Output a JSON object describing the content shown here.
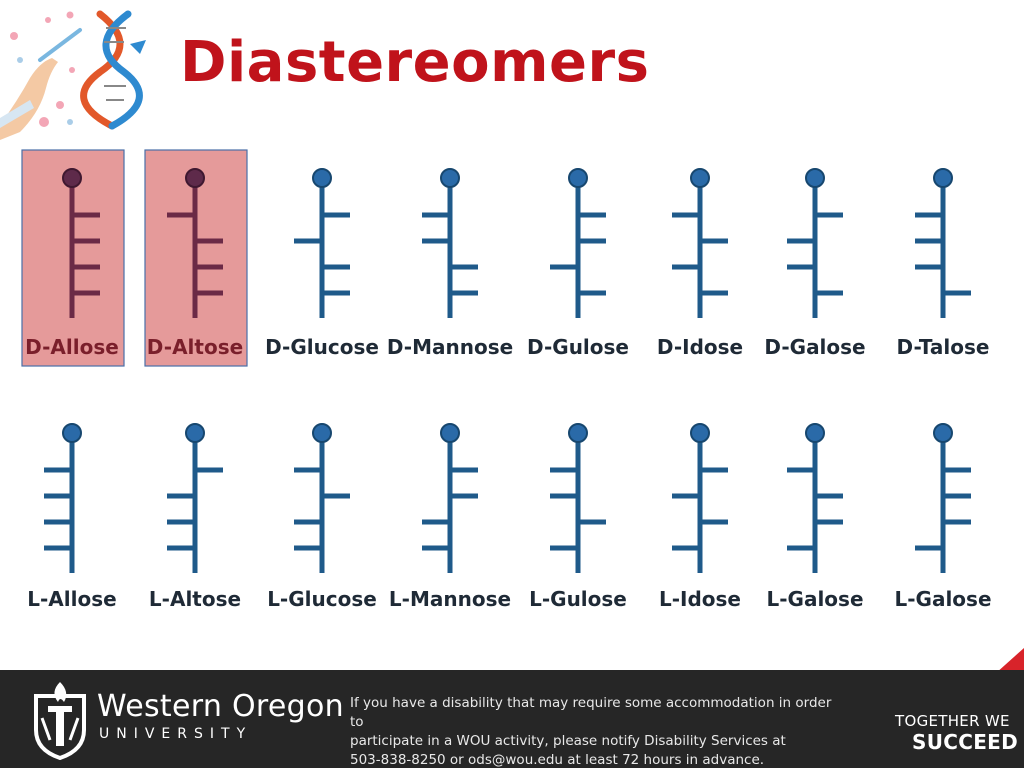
{
  "title": "Diastereomers",
  "colors": {
    "title": "#c0131b",
    "stem": "#1f5a8a",
    "stem_highlight": "#6b2a46",
    "highlight_fill": "#e59a9a",
    "footer_bg": "#262626",
    "accent_red": "#d8232a"
  },
  "icons": {
    "header": "dna-pipette-icon",
    "footer_logo": "torch-shield-icon"
  },
  "d_sugars": [
    {
      "name": "D-Allose",
      "sides": [
        "R",
        "R",
        "R",
        "R"
      ],
      "highlight": true
    },
    {
      "name": "D-Altose",
      "sides": [
        "L",
        "R",
        "R",
        "R"
      ],
      "highlight": true
    },
    {
      "name": "D-Glucose",
      "sides": [
        "R",
        "L",
        "R",
        "R"
      ],
      "highlight": false
    },
    {
      "name": "D-Mannose",
      "sides": [
        "L",
        "L",
        "R",
        "R"
      ],
      "highlight": false
    },
    {
      "name": "D-Gulose",
      "sides": [
        "R",
        "R",
        "L",
        "R"
      ],
      "highlight": false
    },
    {
      "name": "D-Idose",
      "sides": [
        "L",
        "R",
        "L",
        "R"
      ],
      "highlight": false
    },
    {
      "name": "D-Galose",
      "sides": [
        "R",
        "L",
        "L",
        "R"
      ],
      "highlight": false
    },
    {
      "name": "D-Talose",
      "sides": [
        "L",
        "L",
        "L",
        "R"
      ],
      "highlight": false
    }
  ],
  "l_sugars": [
    {
      "name": "L-Allose",
      "sides": [
        "L",
        "L",
        "L",
        "L"
      ]
    },
    {
      "name": "L-Altose",
      "sides": [
        "R",
        "L",
        "L",
        "L"
      ]
    },
    {
      "name": "L-Glucose",
      "sides": [
        "L",
        "R",
        "L",
        "L"
      ]
    },
    {
      "name": "L-Mannose",
      "sides": [
        "R",
        "R",
        "L",
        "L"
      ]
    },
    {
      "name": "L-Gulose",
      "sides": [
        "L",
        "L",
        "R",
        "L"
      ]
    },
    {
      "name": "L-Idose",
      "sides": [
        "R",
        "L",
        "R",
        "L"
      ]
    },
    {
      "name": "L-Galose",
      "sides": [
        "L",
        "R",
        "R",
        "L"
      ]
    },
    {
      "name": "L-Galose",
      "sides": [
        "R",
        "R",
        "R",
        "L"
      ]
    }
  ],
  "footer": {
    "university_name": "Western Oregon",
    "university_sub": "UNIVERSITY",
    "notice_lines": [
      "If you have a disability that may require some accommodation in order to",
      "participate in a WOU activity, please notify Disability Services at",
      "503-838-8250 or ods@wou.edu at least 72 hours in advance."
    ],
    "slogan_line1": "TOGETHER WE",
    "slogan_line2": "SUCCEED"
  }
}
